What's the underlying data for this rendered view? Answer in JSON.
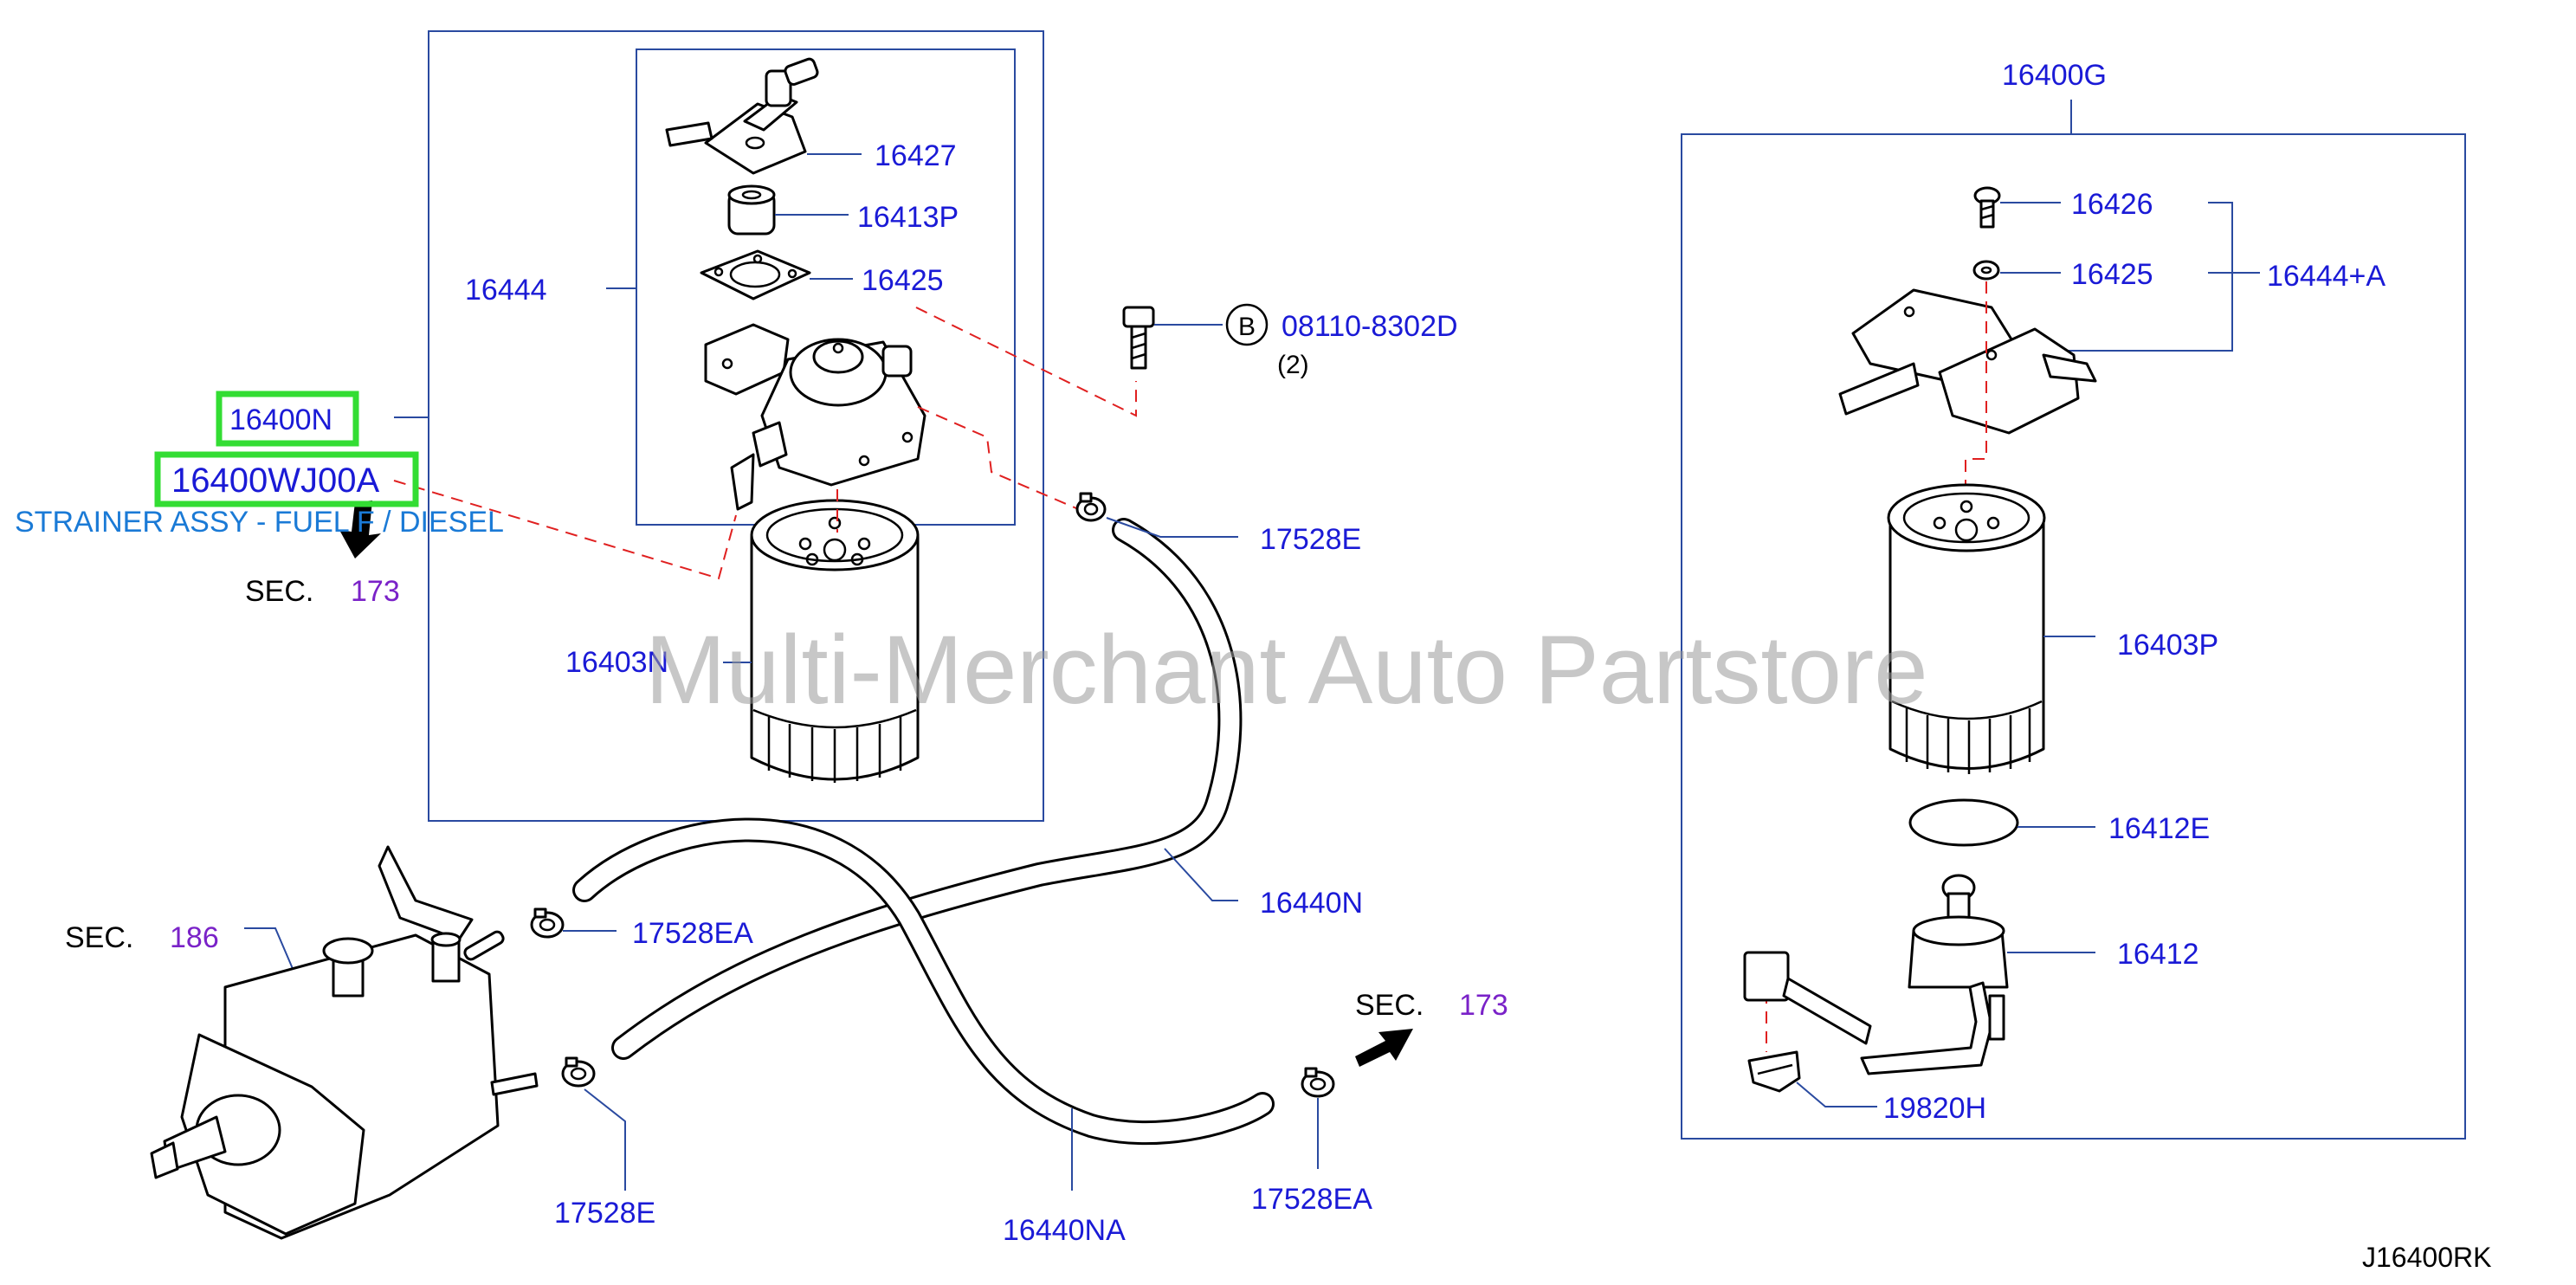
{
  "highlight_color": "#33dd33",
  "labels": {
    "p16427": "16427",
    "p16413P": "16413P",
    "p16425": "16425",
    "p16444": "16444",
    "p16400N": "16400N",
    "p16400WJ00A": "16400WJ00A",
    "strainer": "STRAINER ASSY - FUEL F / DIESEL",
    "sec_word": "SEC.",
    "sec_173_a": "173",
    "sec_186": "186",
    "sec_173_b": "173",
    "p16403N": "16403N",
    "bolt_mark": "B",
    "bolt_pn": "08110-8302D",
    "bolt_qty": "(2)",
    "p17528E_top": "17528E",
    "p17528EA_left": "17528EA",
    "p16440N": "16440N",
    "p17528E_bottom": "17528E",
    "p16440NA": "16440NA",
    "p17528EA_right": "17528EA",
    "p16400G": "16400G",
    "p16426": "16426",
    "p16425_r": "16425",
    "p16444A": "16444+A",
    "p16403P": "16403P",
    "p16412E": "16412E",
    "p16412": "16412",
    "p19820H": "19820H",
    "diagram_code": "J16400RK",
    "watermark": "Multi-Merchant Auto Partstore"
  }
}
